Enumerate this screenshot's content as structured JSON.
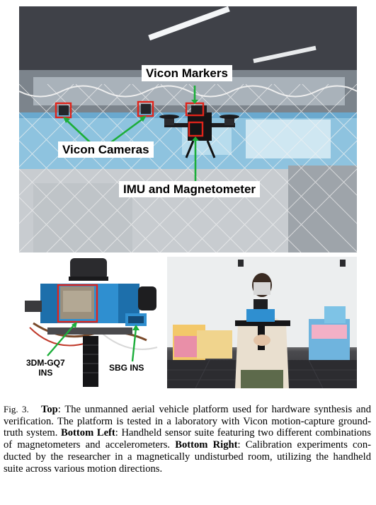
{
  "figure": {
    "top_labels": {
      "vicon_markers": "Vicon Markers",
      "vicon_cameras": "Vicon Cameras",
      "imu_magnetometer": "IMU and Magnetometer"
    },
    "bottom_left_labels": {
      "ins_3dm_line1": "3DM-GQ7",
      "ins_3dm_line2": "INS",
      "sbg_ins": "SBG INS"
    },
    "colors": {
      "highlight_box": "#e0241b",
      "callout_arrow": "#1cae3a",
      "sensor_blue": "#2f8fd0"
    }
  },
  "caption": {
    "fig_label": "Fig. 3.",
    "top_heading": "Top",
    "top_text": ": The unmanned aerial vehicle platform used for hardware synthesis and verification. The platform is tested in a laboratory with Vicon motion-capture ground-truth system. ",
    "bottom_left_heading": "Bottom Left",
    "bottom_left_text": ": Handheld sensor suite featuring two different combinations of magnetometers and accelerometers. ",
    "bottom_right_heading": "Bottom Right",
    "bottom_right_text": ": Calibration experiments con­ducted by the researcher in a magnetically undisturbed room, utilizing the handheld suite across various motion directions."
  }
}
